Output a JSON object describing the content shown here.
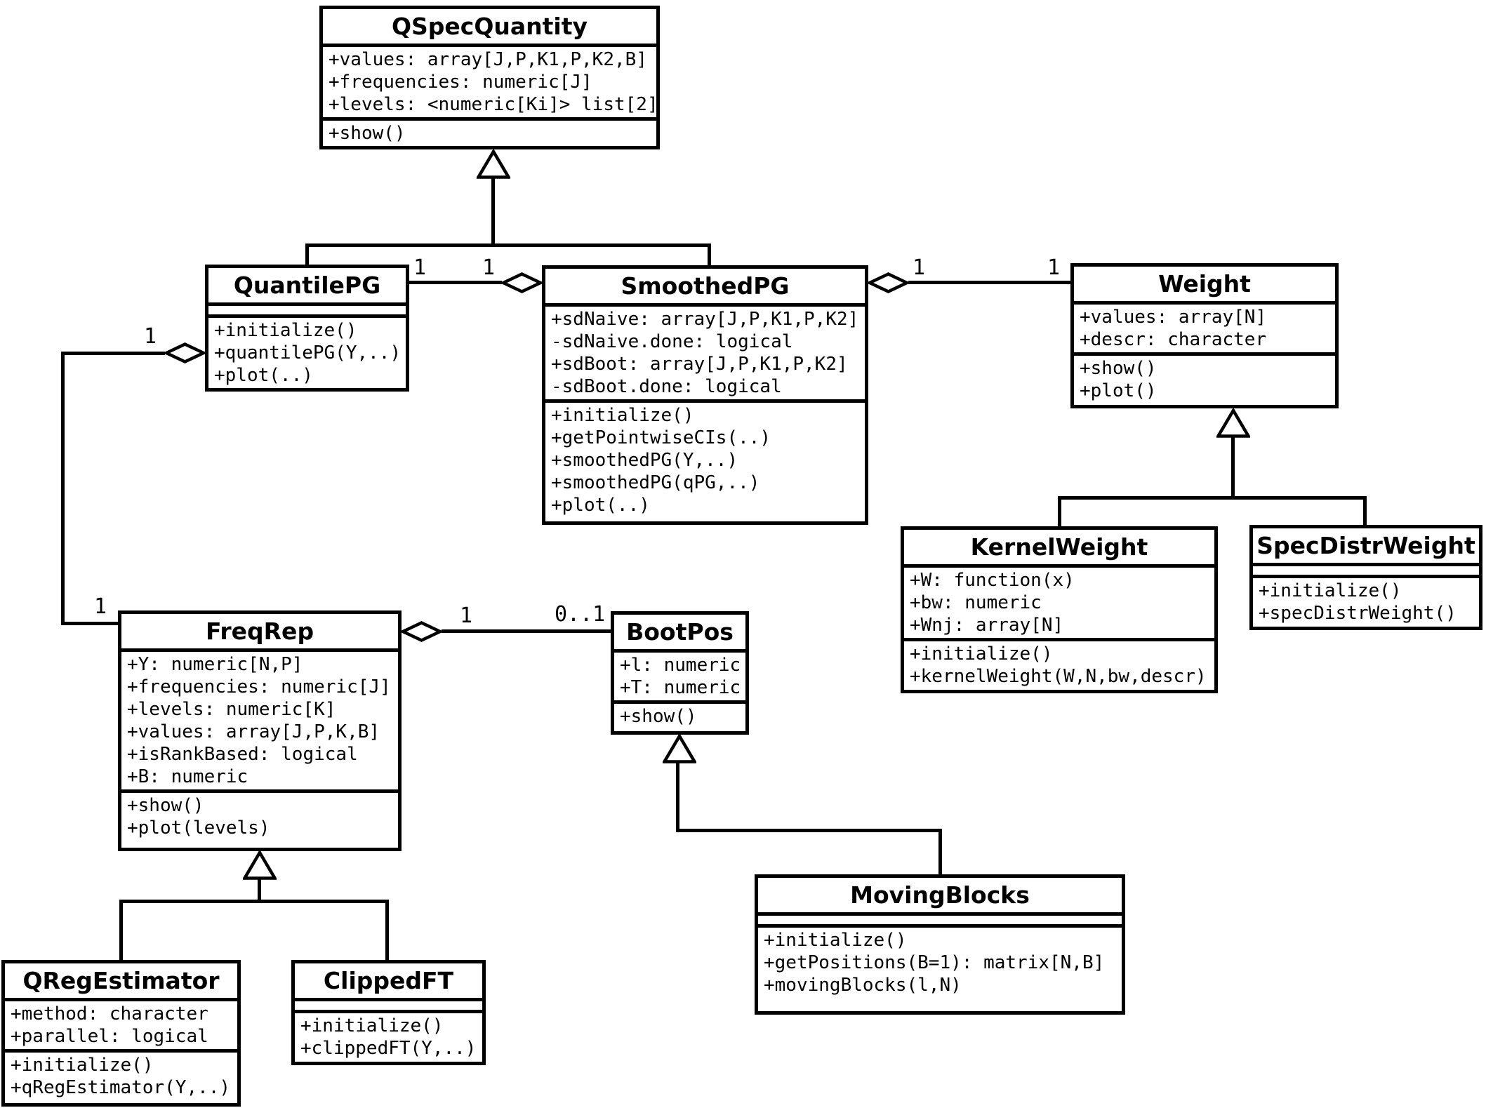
{
  "classes": [
    {
      "name": "QSpecQuantity",
      "attributes": [
        "+values: array[J,P,K1,P,K2,B]",
        "+frequencies: numeric[J]",
        "+levels: <numeric[Ki]> list[2]"
      ],
      "methods": [
        "+show()"
      ]
    },
    {
      "name": "QuantilePG",
      "attributes": [],
      "methods": [
        "+initialize()",
        "+quantilePG(Y,..)",
        "+plot(..)"
      ]
    },
    {
      "name": "SmoothedPG",
      "attributes": [
        "+sdNaive: array[J,P,K1,P,K2]",
        "-sdNaive.done: logical",
        "+sdBoot: array[J,P,K1,P,K2]",
        "-sdBoot.done: logical"
      ],
      "methods": [
        "+initialize()",
        "+getPointwiseCIs(..)",
        "+smoothedPG(Y,..)",
        "+smoothedPG(qPG,..)",
        "+plot(..)"
      ]
    },
    {
      "name": "Weight",
      "attributes": [
        "+values: array[N]",
        "+descr: character"
      ],
      "methods": [
        "+show()",
        "+plot()"
      ]
    },
    {
      "name": "KernelWeight",
      "attributes": [
        "+W: function(x)",
        "+bw: numeric",
        "+Wnj: array[N]"
      ],
      "methods": [
        "+initialize()",
        "+kernelWeight(W,N,bw,descr)"
      ]
    },
    {
      "name": "SpecDistrWeight",
      "attributes": [],
      "methods": [
        "+initialize()",
        "+specDistrWeight()"
      ]
    },
    {
      "name": "FreqRep",
      "attributes": [
        "+Y: numeric[N,P]",
        "+frequencies: numeric[J]",
        "+levels: numeric[K]",
        "+values: array[J,P,K,B]",
        "+isRankBased: logical",
        "+B: numeric"
      ],
      "methods": [
        "+show()",
        "+plot(levels)"
      ]
    },
    {
      "name": "BootPos",
      "attributes": [
        "+l: numeric",
        "+T: numeric"
      ],
      "methods": [
        "+show()"
      ]
    },
    {
      "name": "QRegEstimator",
      "attributes": [
        "+method: character",
        "+parallel: logical"
      ],
      "methods": [
        "+initialize()",
        "+qRegEstimator(Y,..)"
      ]
    },
    {
      "name": "ClippedFT",
      "attributes": [],
      "methods": [
        "+initialize()",
        "+clippedFT(Y,..)"
      ]
    },
    {
      "name": "MovingBlocks",
      "attributes": [],
      "methods": [
        "+initialize()",
        "+getPositions(B=1): matrix[N,B]",
        "+movingBlocks(l,N)"
      ]
    }
  ],
  "multiplicities": {
    "quantilepg_smoothedpg_near": "1",
    "quantilepg_smoothedpg_far": "1",
    "smoothedpg_weight_near": "1",
    "smoothedpg_weight_far": "1",
    "quantilepg_freqrep_top": "1",
    "quantilepg_freqrep_bottom": "1",
    "freqrep_bootpos_near": "1",
    "freqrep_bootpos_far": "0..1"
  },
  "colors": {
    "line": "#000000",
    "background": "#ffffff",
    "text": "#000000"
  }
}
